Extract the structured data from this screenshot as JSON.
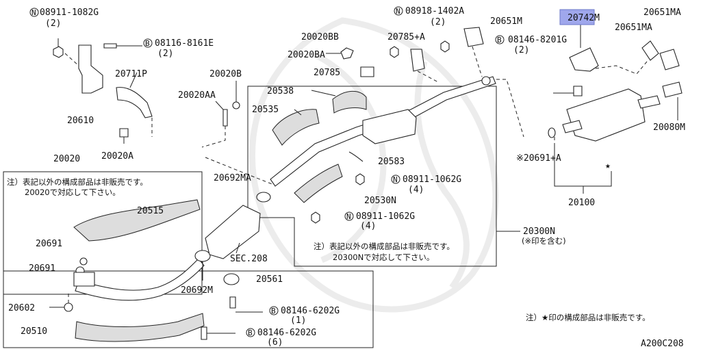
{
  "diagram_id": "A200C208",
  "highlighted_part": "20742M",
  "part_labels": {
    "p08911_1082G": "08911-1082G",
    "p08911_1082G_qty": "(2)",
    "p08116_8161E": "08116-8161E",
    "p08116_8161E_qty": "(2)",
    "p20711P": "20711P",
    "p20610": "20610",
    "p20020A": "20020A",
    "p20020B": "20020B",
    "p20020AA": "20020AA",
    "p20020": "20020",
    "p20020BB": "20020BB",
    "p20020BA": "20020BA",
    "p20785": "20785",
    "p20785A": "20785+A",
    "p08918_1402A": "08918-1402A",
    "p08918_1402A_qty": "(2)",
    "p20651M": "20651M",
    "p08146_8201G": "08146-8201G",
    "p08146_8201G_qty": "(2)",
    "p20742M": "20742M",
    "p20651MA_top": "20651MA",
    "p20651MA": "20651MA",
    "p20538": "20538",
    "p20535": "20535",
    "p20583": "20583",
    "p20692MA": "20692MA",
    "p08911_1062G_a": "08911-1062G",
    "p08911_1062G_a_qty": "(4)",
    "p20530N": "20530N",
    "p08911_1062G_b": "08911-1062G",
    "p08911_1062G_b_qty": "(4)",
    "p20515": "20515",
    "p20691_a": "20691",
    "p20691_b": "20691",
    "p20692M": "20692M",
    "p20561": "20561",
    "p08146_6202G_a": "08146-6202G",
    "p08146_6202G_a_qty": "(1)",
    "p08146_6202G_b": "08146-6202G",
    "p08146_6202G_b_qty": "(6)",
    "p20602": "20602",
    "p20510": "20510",
    "sec208": "SEC.208",
    "p20300N": "20300N",
    "p20300N_note": "(※印を含む)",
    "p20080M": "20080M",
    "p20691A": "※20691+A",
    "p20100": "20100"
  },
  "notes": {
    "left_line1": "注）表記以外の構成部品は非販売です。",
    "left_line2": "20020で対応して下さい。",
    "center_line1": "注）表記以外の構成部品は非販売です。",
    "center_line2": "20300Nで対応して下さい。",
    "right": "注）★印の構成部品は非販売です。"
  },
  "symbols": {
    "nut_prefix": "N",
    "bolt_prefix": "B",
    "star": "★"
  }
}
